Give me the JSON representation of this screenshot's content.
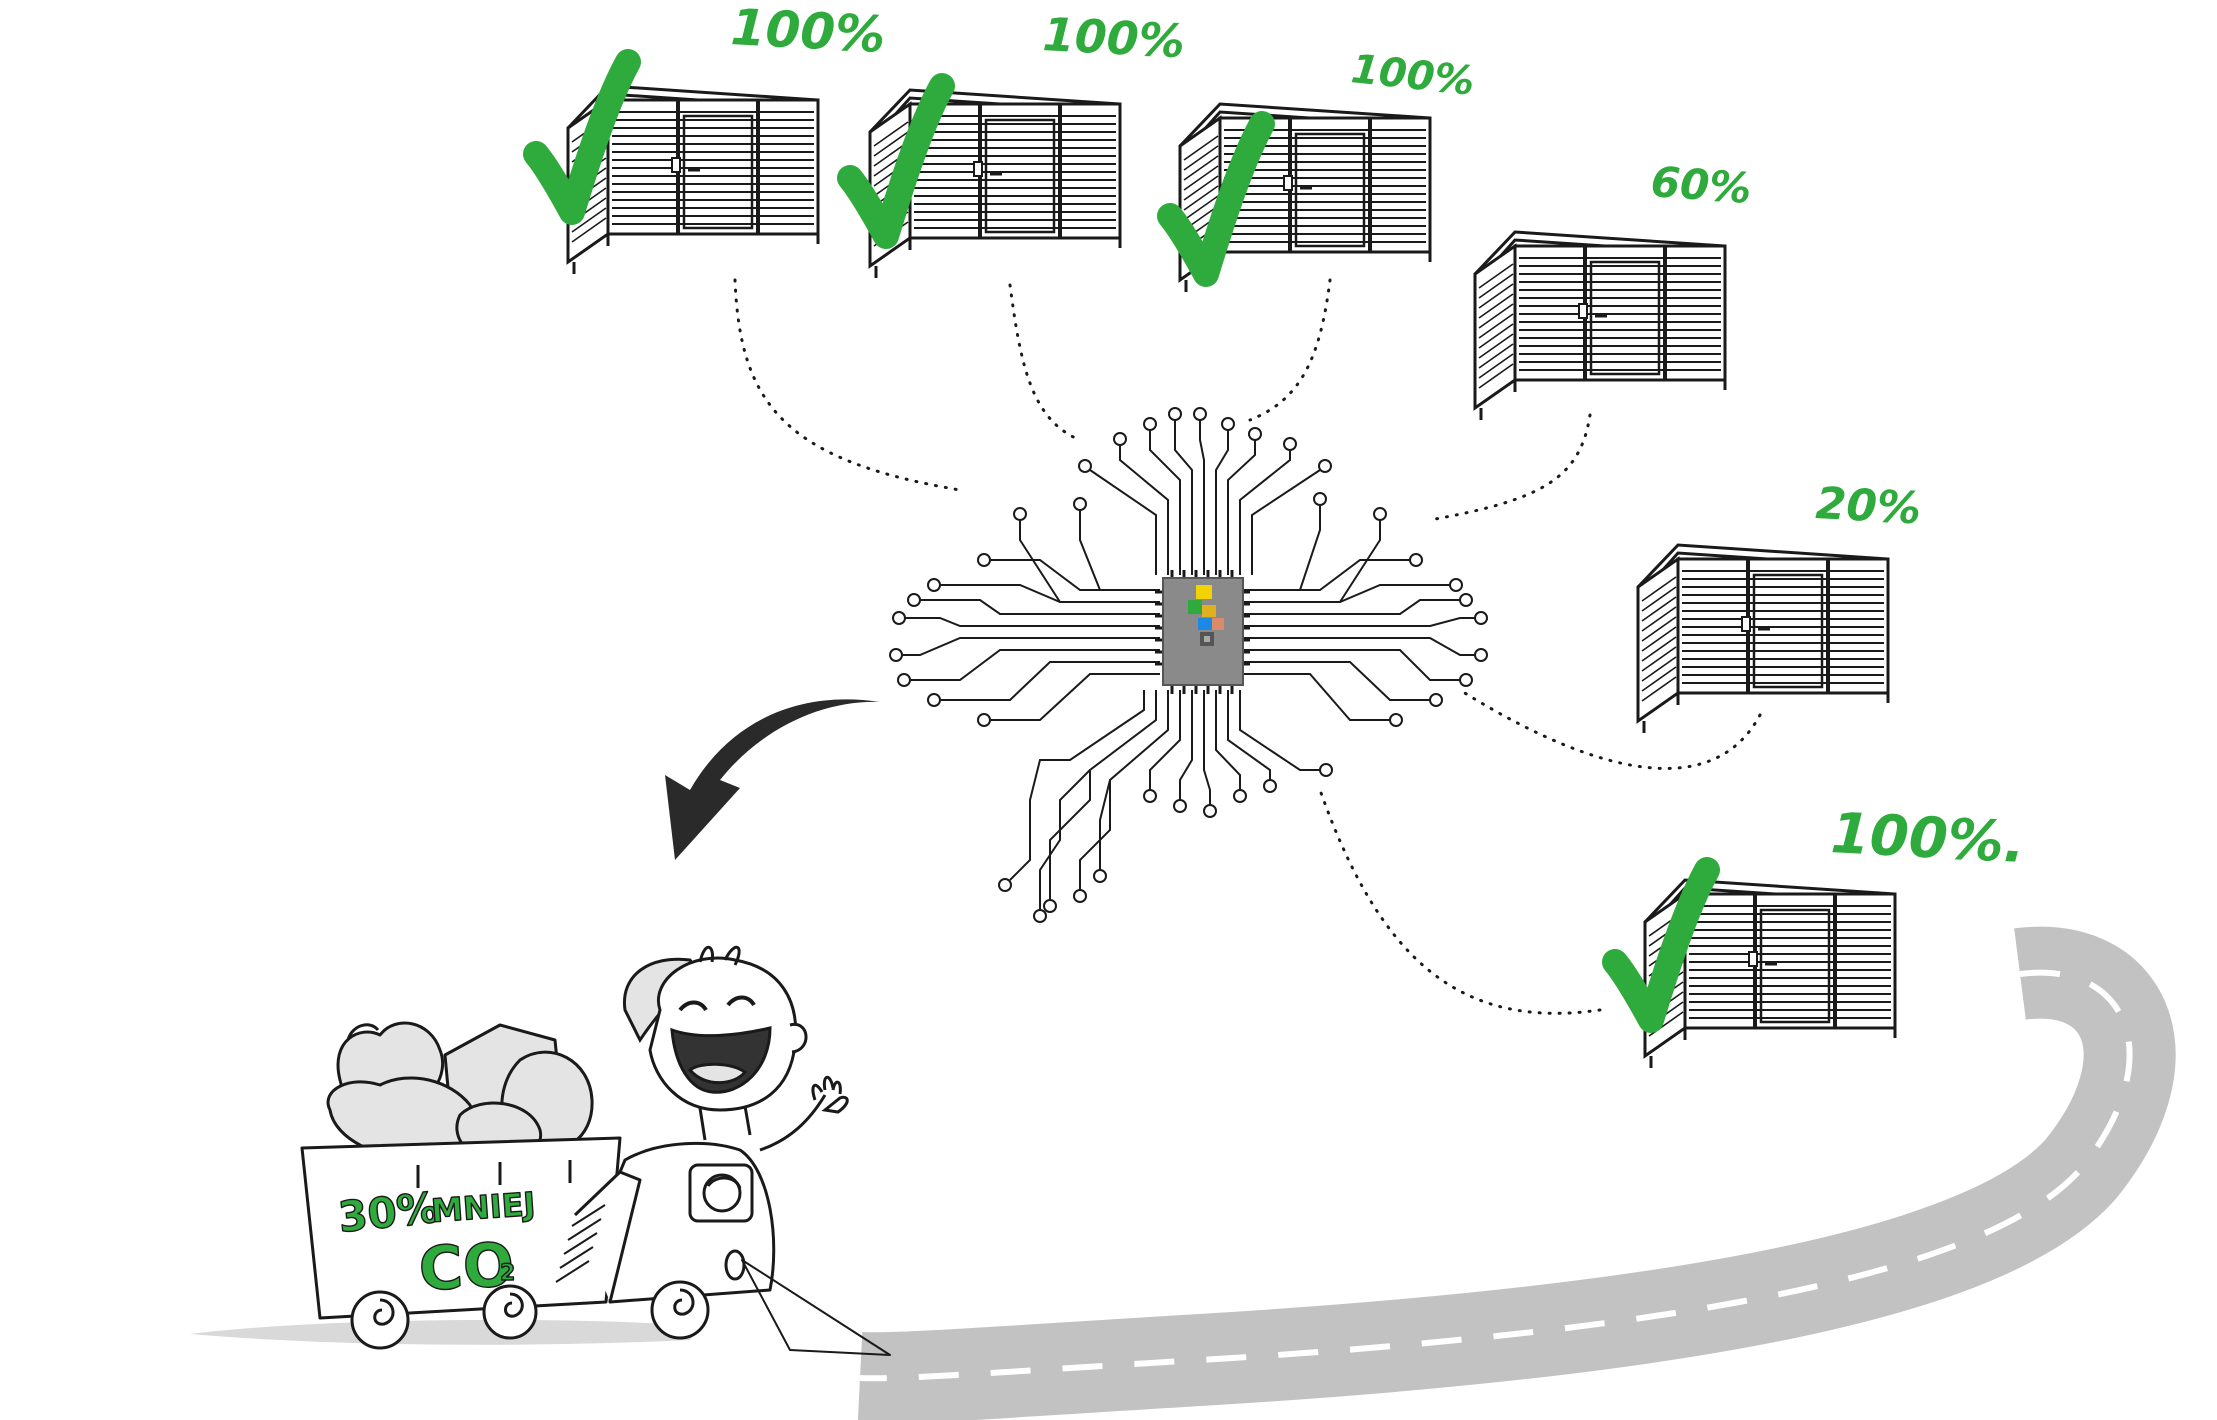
{
  "colors": {
    "check": "#2FAA3C",
    "label": "#2FAA3C",
    "ink": "#1a1a1a",
    "road": "#c2c2c2",
    "road_dash": "#ffffff",
    "chip": "#8a8a8a"
  },
  "bins": [
    {
      "fill_label": "100%",
      "full": true
    },
    {
      "fill_label": "100%",
      "full": true
    },
    {
      "fill_label": "100%",
      "full": true
    },
    {
      "fill_label": "60%",
      "full": false
    },
    {
      "fill_label": "20%",
      "full": false
    },
    {
      "fill_label": "100%.",
      "full": true
    }
  ],
  "truck": {
    "reduction": "30%",
    "word": "MNIEJ",
    "gas": "CO",
    "subscript": "2"
  },
  "icons": {
    "hub": "ai-chip-icon",
    "arrow": "curved-arrow-icon",
    "check": "checkmark-icon",
    "bin": "waste-shelter-icon"
  }
}
